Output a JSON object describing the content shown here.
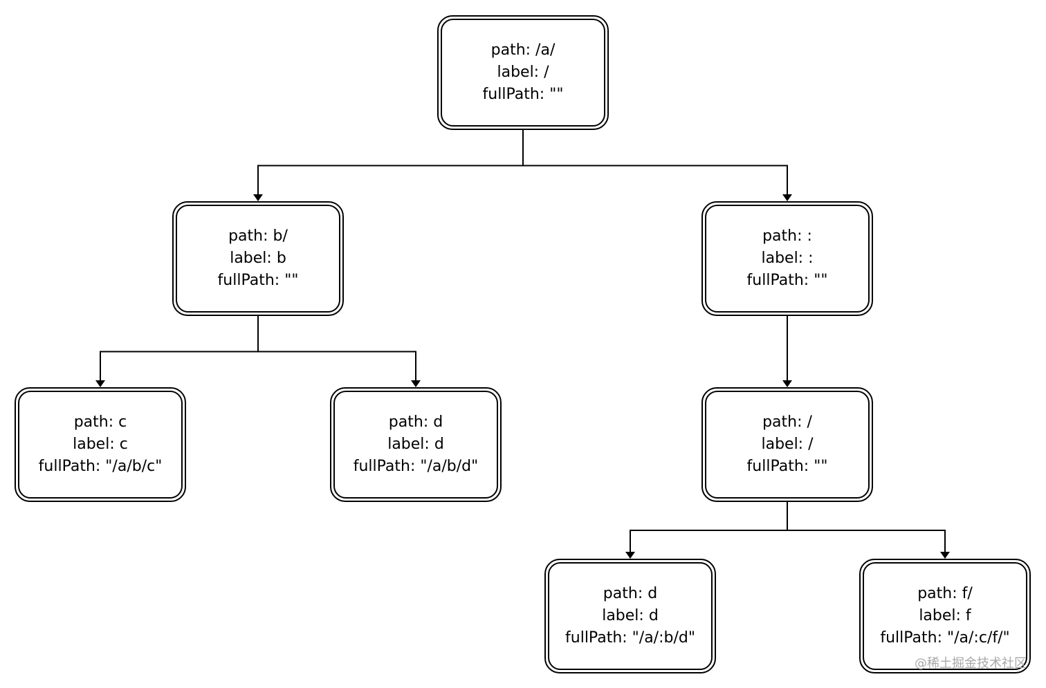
{
  "diagram": {
    "nodes": [
      {
        "id": "root",
        "path": "path: /a/",
        "label": "label: /",
        "fullPath": "fullPath: \"\""
      },
      {
        "id": "b",
        "path": "path: b/",
        "label": "label: b",
        "fullPath": "fullPath: \"\""
      },
      {
        "id": "colon",
        "path": "path: :",
        "label": "label: :",
        "fullPath": "fullPath: \"\""
      },
      {
        "id": "c",
        "path": "path: c",
        "label": "label: c",
        "fullPath": "fullPath: \"/a/b/c\""
      },
      {
        "id": "d1",
        "path": "path: d",
        "label": "label: d",
        "fullPath": "fullPath: \"/a/b/d\""
      },
      {
        "id": "slash",
        "path": "path: /",
        "label": "label: /",
        "fullPath": "fullPath: \"\""
      },
      {
        "id": "d2",
        "path": "path: d",
        "label": "label: d",
        "fullPath": "fullPath: \"/a/:b/d\""
      },
      {
        "id": "f",
        "path": "path: f/",
        "label": "label: f",
        "fullPath": "fullPath: \"/a/:c/f/\""
      }
    ],
    "edges": [
      {
        "from": "root",
        "to": "b"
      },
      {
        "from": "root",
        "to": "colon"
      },
      {
        "from": "b",
        "to": "c"
      },
      {
        "from": "b",
        "to": "d1"
      },
      {
        "from": "colon",
        "to": "slash"
      },
      {
        "from": "slash",
        "to": "d2"
      },
      {
        "from": "slash",
        "to": "f"
      }
    ]
  },
  "watermark": "@稀土掘金技术社区",
  "colors": {
    "stroke": "#000000",
    "background": "#ffffff",
    "watermark": "#a8a8a8"
  }
}
